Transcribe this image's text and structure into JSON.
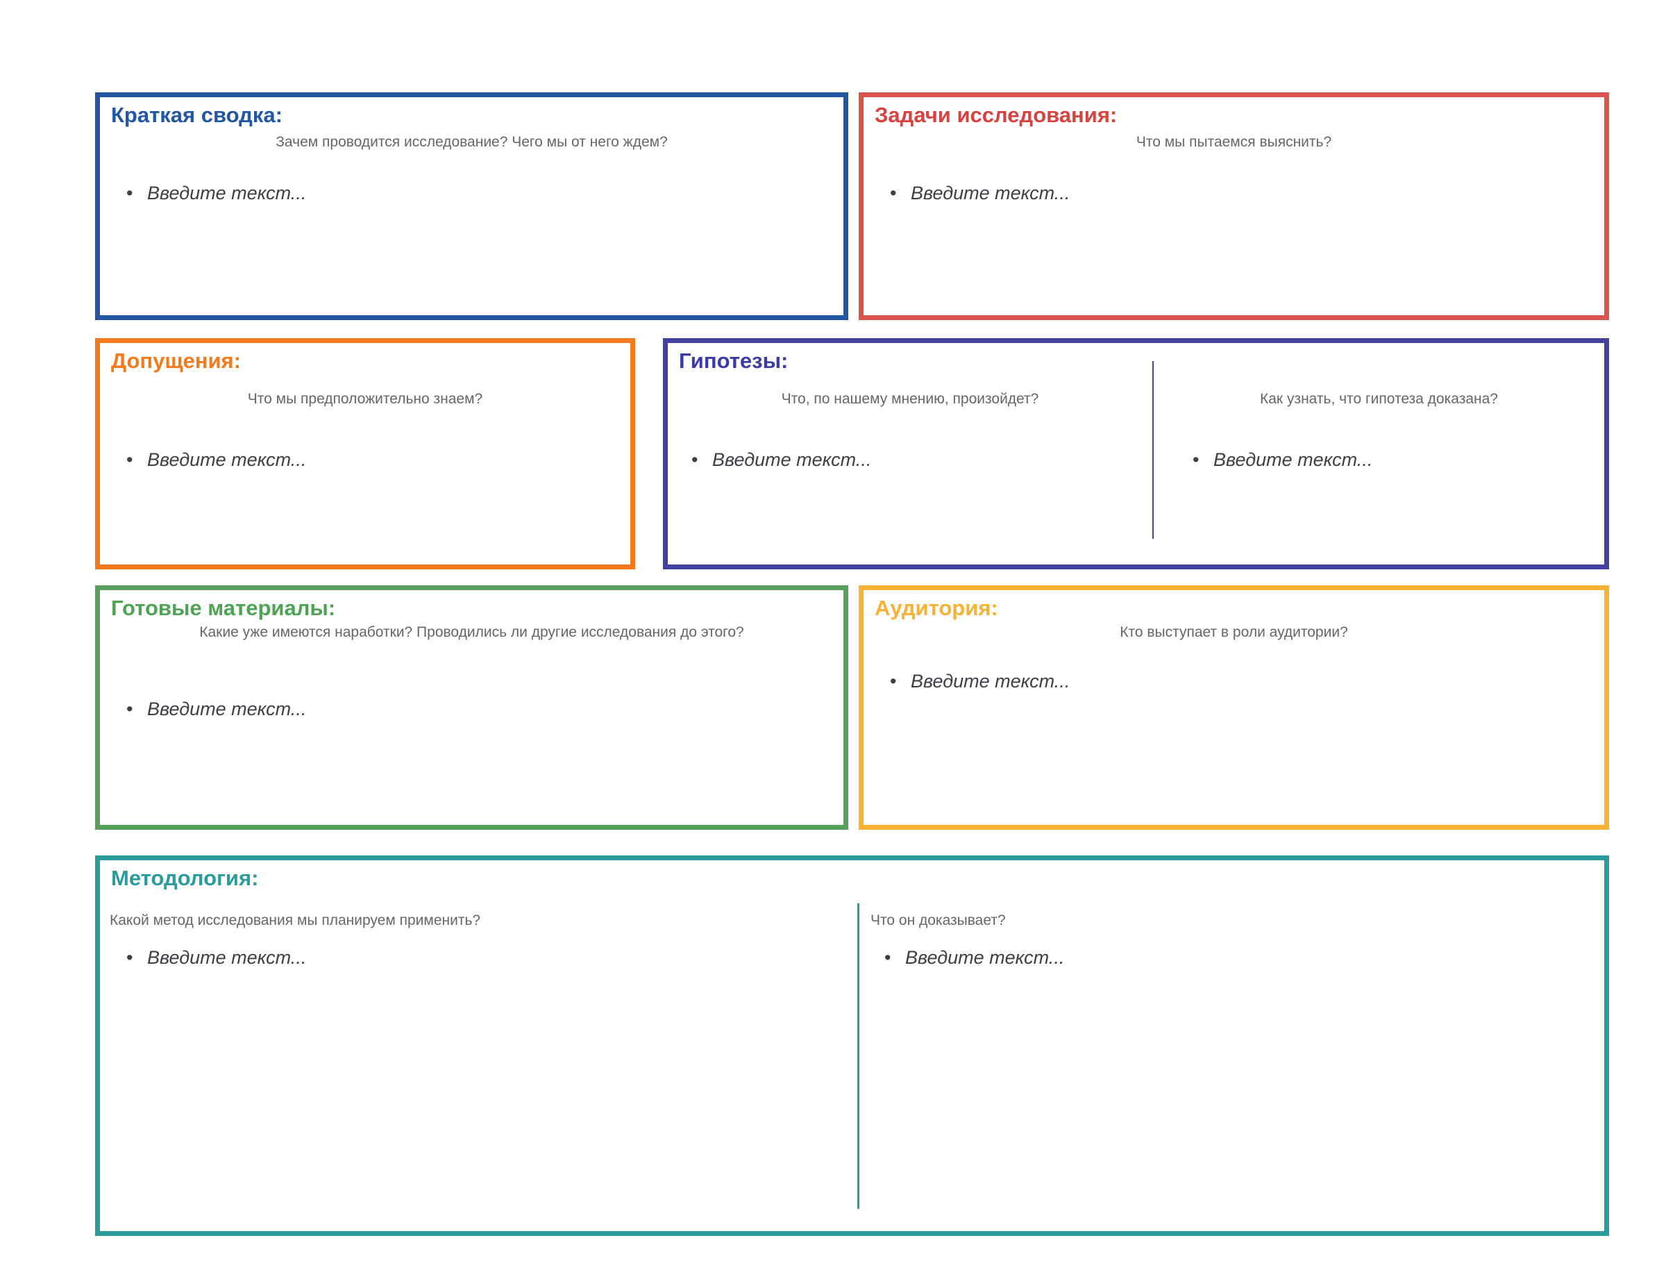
{
  "canvas": {
    "background": "#ffffff"
  },
  "boxes": {
    "summary": {
      "title": "Краткая сводка:",
      "subtitle": "Зачем проводится исследование? Чего мы от него ждем?",
      "placeholder": "Введите текст...",
      "accent": "#2456a0"
    },
    "objectives": {
      "title": "Задачи исследования:",
      "subtitle": "Что мы пытаемся выяснить?",
      "placeholder": "Введите текст...",
      "accent": "#d9534f"
    },
    "assumptions": {
      "title": "Допущения:",
      "subtitle": "Что мы предположительно знаем?",
      "placeholder": "Введите текст...",
      "accent": "#f5791d"
    },
    "hypotheses": {
      "title": "Гипотезы:",
      "accent": "#41419f",
      "columns": [
        {
          "subtitle": "Что, по нашему мнению, произойдет?",
          "placeholder": "Введите текст..."
        },
        {
          "subtitle": "Как узнать, что гипотеза доказана?",
          "placeholder": "Введите текст..."
        }
      ]
    },
    "materials": {
      "title": "Готовые материалы:",
      "subtitle": "Какие уже имеются наработки? Проводились ли другие исследования до этого?",
      "placeholder": "Введите текст...",
      "accent": "#57a05c"
    },
    "audience": {
      "title": "Аудитория:",
      "subtitle": "Кто выступает в роли аудитории?",
      "placeholder": "Введите текст...",
      "accent": "#f9b233"
    },
    "methodology": {
      "title": "Методология:",
      "accent": "#2a9c9c",
      "columns": [
        {
          "subtitle": "Какой метод исследования мы планируем применить?",
          "placeholder": "Введите текст..."
        },
        {
          "subtitle": "Что он доказывает?",
          "placeholder": "Введите текст..."
        }
      ]
    }
  }
}
